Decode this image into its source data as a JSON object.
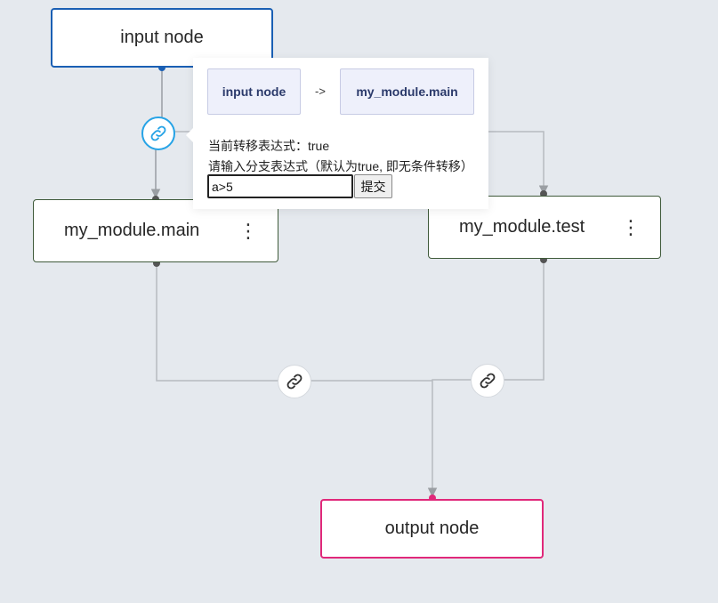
{
  "nodes": {
    "input": {
      "label": "input node"
    },
    "main": {
      "label": "my_module.main",
      "menu_icon": "vertical-dots-icon"
    },
    "test": {
      "label": "my_module.test",
      "menu_icon": "vertical-dots-icon"
    },
    "output": {
      "label": "output node"
    }
  },
  "edge_icons": [
    "link-icon",
    "link-icon",
    "link-icon"
  ],
  "popup": {
    "from_label": "input node",
    "arrow": "->",
    "to_label": "my_module.main",
    "current_expression": "当前转移表达式：true",
    "prompt": "请输入分支表达式（默认为true, 即无条件转移）",
    "input_value": "a>5",
    "submit_label": "提交"
  },
  "colors": {
    "background": "#e5e9ee",
    "input_border": "#1a5fb4",
    "output_border": "#e0287a",
    "module_border": "#3f5a3a",
    "edge": "#a9adb2",
    "active_link": "#26a3e6"
  }
}
